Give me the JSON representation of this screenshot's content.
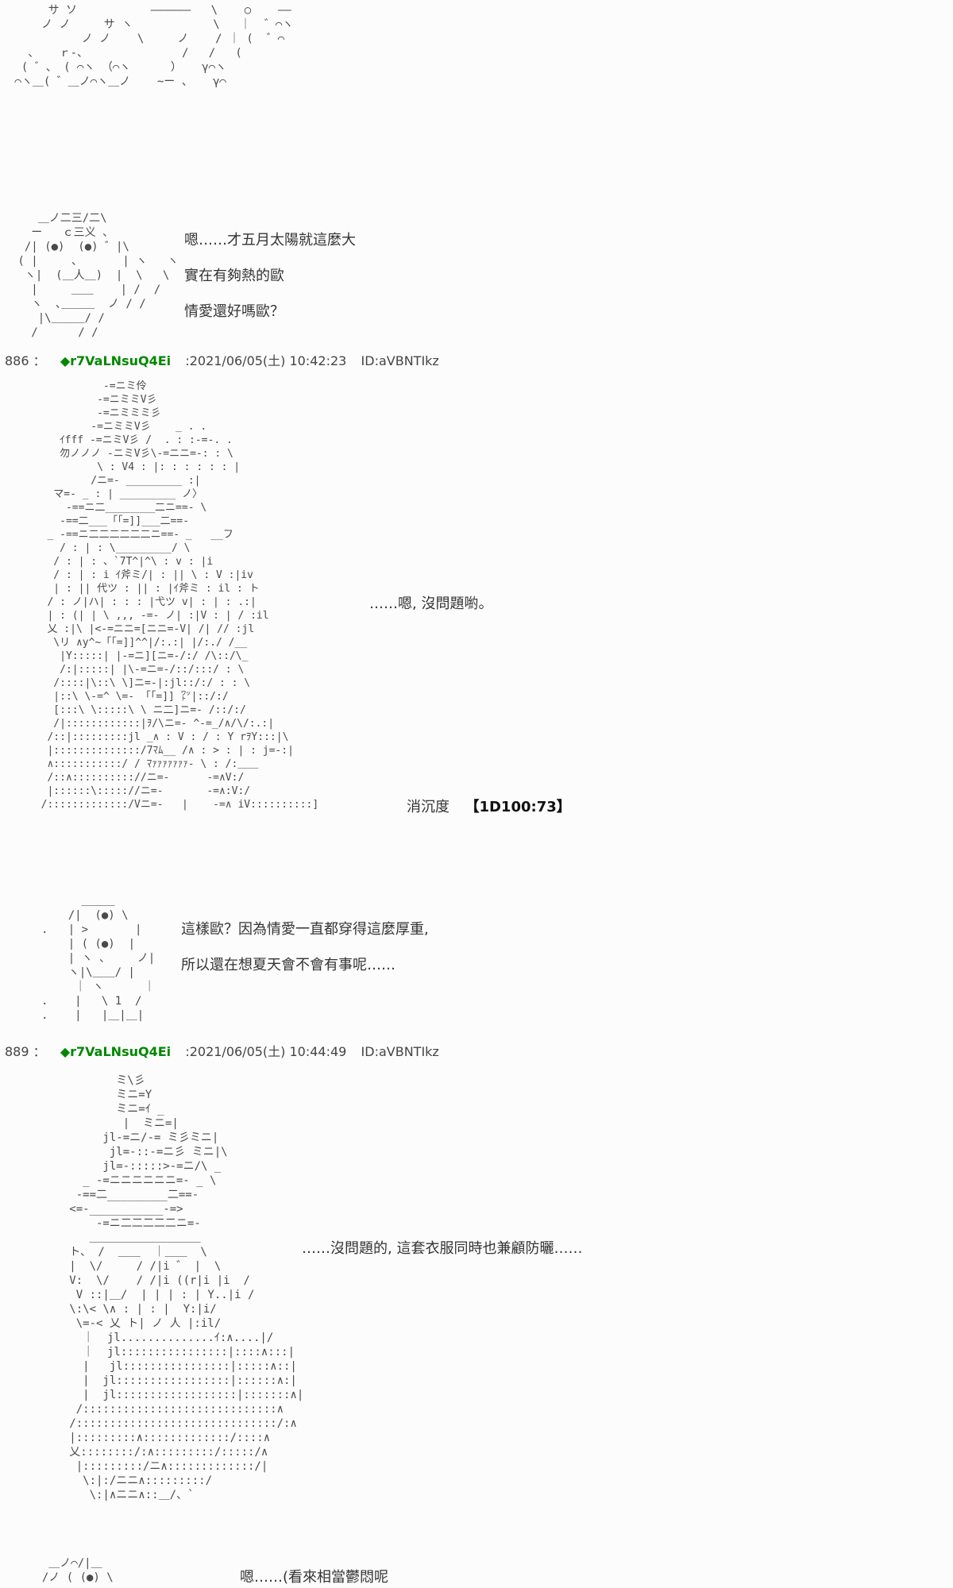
{
  "colors": {
    "background": "#fcfcfc",
    "tripcode_green": "#008800",
    "text": "#333333",
    "ascii_art": "#4a4a4a",
    "dice_roll": "#111111"
  },
  "scene_top": {
    "aa": [
      "      サ ソ           ――――――   \\    ○    ――",
      "     ノ ノ     サ ヽ            \\   ｜  ゛⌒ヽ",
      "           ノ ノ    \\     ノ    / ｜ (  ゛⌒",
      "   、   ｒ‐、              /   /   (",
      "  ( ゛、 ( ⌒ヽ （⌒ヽ      ）   γ⌒ヽ",
      " ⌒ヽ＿( ゛＿ノ⌒ヽ＿ノ    ~ー 、   γ⌒"
    ]
  },
  "post_886": {
    "face_aa": [
      "    ＿ノ二三/二\\",
      "   ー   ｃ三义 、",
      "  /| (●)  (●) ゛|\\",
      " ( |     、      | ヽ   ヽ",
      "  ヽ|  (＿人＿)  |  \\   \\",
      "   |     ＿＿    | /  /",
      "   ヽ  ､＿＿＿  ノ / /",
      "    |\\＿＿＿/ /",
      "   /      / /"
    ],
    "dialogue": [
      "嗯……才五月太陽就這麼大",
      "實在有夠熱的歐",
      "情愛還好嗎歐？"
    ],
    "header": {
      "number": "886",
      "sep": "：",
      "tripcode": "◆r7VaLNsuQ4Ei",
      "datetime": ":2021/06/05(土) 10:42:23",
      "id": "ID:aVBNTIkz"
    },
    "witch_aa": [
      "            -=ニミ伶",
      "           -=ニミミV彡",
      "           -=ニミミミ彡",
      "          -=ニミミV彡    _ . .",
      "     ｲfff -=ニミV彡 /  . : :-=-. .",
      "     勿ノノノ -ニミV彡\\-=ニニ=-: : \\",
      "           \\ : V4 : |: : : : : : |",
      "          /ニ=- _________ :|",
      "    マ=- _ : | _________ ノ〉",
      "      -==ニ二________二ニ==- \\",
      "     -==二___「「=]]___二==-",
      "   _ -==ニ二二二二二二ニ==- _   __フ",
      "     / : | : \\_________/ \\",
      "    / : | : 、`7T^|^\\ : v : |i",
      "    / : | : i ｲ斧ミ/| : || \\ : V :|iv",
      "    | : || 代ツ : || : |ｲ斧ミ : il : ト",
      "   / : ノ|ハ| : : : |弋ツ v| : | : .:|",
      "   | : (| | \\ ,,, -=- ノ| :|V : | / :il",
      "   乂 :|\\ |<-=ニニ=[ニニ=-V| /| // :jl",
      "    \\リ ∧y^~「「=]]^^|/:.:| |/:./ /__",
      "     |Y:::::| |-=ニ][ニ=-/:/ /\\::/\\_",
      "     /:|:::::| |\\-=ニ=-/::/:::/ : \\",
      "    /::::|\\::\\ \\]ニ=-|:jl::/:/ : : \\",
      "    |::\\ \\-=^ \\=- 「「=]] ㍗|::/:/",
      "    [:::\\ \\:::::\\ \\ ニ二]ニ=- /::/:/",
      "    /|::::::::::::|ｦ/\\ニ=- ^-=_/∧/\\/:.:|",
      "   /::|:::::::::jl _∧ : V : / : Y rｦY:::|\\",
      "   |::::::::::::::/7ﾏﾑ__ /∧ : > : | : j=-:|",
      "   ∧:::::::::::/ / ﾏｧｧｧｧｧｧｧ- \\ : /:＿＿",
      "   /::∧:::::::::://ニ=-      -=∧V:/",
      "   |::::::\\::::://ニ=-       -=∧:V:/",
      "  /:::::::::::::/Vニ=-   |    -=∧ iV::::::::::]"
    ],
    "witch_dialogue": "……嗯, 沒問題喲。",
    "status": {
      "label": "消沉度",
      "roll": "【1D100:73】"
    }
  },
  "post_889": {
    "face_aa": [
      "      ＿＿＿",
      "    /|  (●) \\",
      ".   | >       |",
      "    | ( (●)  |",
      "    | ヽ 、    ノ|",
      "    ヽ|\\＿＿/ |",
      "     ｜ ヽ      ｜",
      ".    |   \\ 1  /",
      ".    |   |＿|＿|"
    ],
    "dialogue": [
      "這樣歐？因為情愛一直都穿得這麼厚重,",
      "所以還在想夏天會不會有事呢……"
    ],
    "header": {
      "number": "889",
      "sep": "：",
      "tripcode": "◆r7VaLNsuQ4Ei",
      "datetime": ":2021/06/05(土) 10:44:49",
      "id": "ID:aVBNTIkz"
    },
    "witch_aa": [
      "          ミ\\彡",
      "          ミニ=Y",
      "          ミニ=ｲ _",
      "           |  ミニ=|",
      "        jl-=ニ/-= ミ彡ミニ|",
      "         jl=-::-=ニ彡 ミニ|\\",
      "        jl=-:::::>-=ニ/\\ _",
      "     _ -=ニニニニニニ=- _ \\",
      "    -==二_________二==-",
      "   <=-___________-=>",
      "       -=ニ二二二二二ニ=-",
      "      ＿＿＿＿＿＿＿＿＿＿",
      "   ト、 /  ＿＿  ｜＿＿  \\",
      "   |  \\/     / /|i ゛ |  \\",
      "   V:  \\/    / /|i ((r|i |i  /",
      "    V ::|＿/  | | | : | Y..|i /",
      "   \\:\\< \\∧ : | : |  Y:|i/",
      "    \\=-< 乂 ト| ノ 人 |:il/",
      "     ｜  jl..............ｲ:∧....|/",
      "     ｜  jl::::::::::::::::|::::∧:::|",
      "     |   jl::::::::::::::::|:::::∧::|",
      "     |  jl:::::::::::::::::|::::::∧:|",
      "     |  jl::::::::::::::::::|:::::::∧|",
      "    /:::::::::::::::::::::::::::::∧",
      "   /::::::::::::::::::::::::::::::/:∧",
      "   |:::::::::∧:::::::::::::/::::∧",
      "   乂::::::::/:∧:::::::::/:::::/∧",
      "    |:::::::::/ニ∧:::::::::::::/|",
      "     \\:|:/ニニ∧:::::::::/",
      "      \\:|∧ニニ∧::＿/、`"
    ],
    "witch_dialogue": "……沒問題的, 這套衣服同時也兼顧防曬……"
  },
  "post_next": {
    "face_aa": [
      "   ＿ノ⌒/|＿",
      "  /ノ ( (●) \\"
    ],
    "dialogue": "嗯……(看來相當鬱悶呢"
  }
}
